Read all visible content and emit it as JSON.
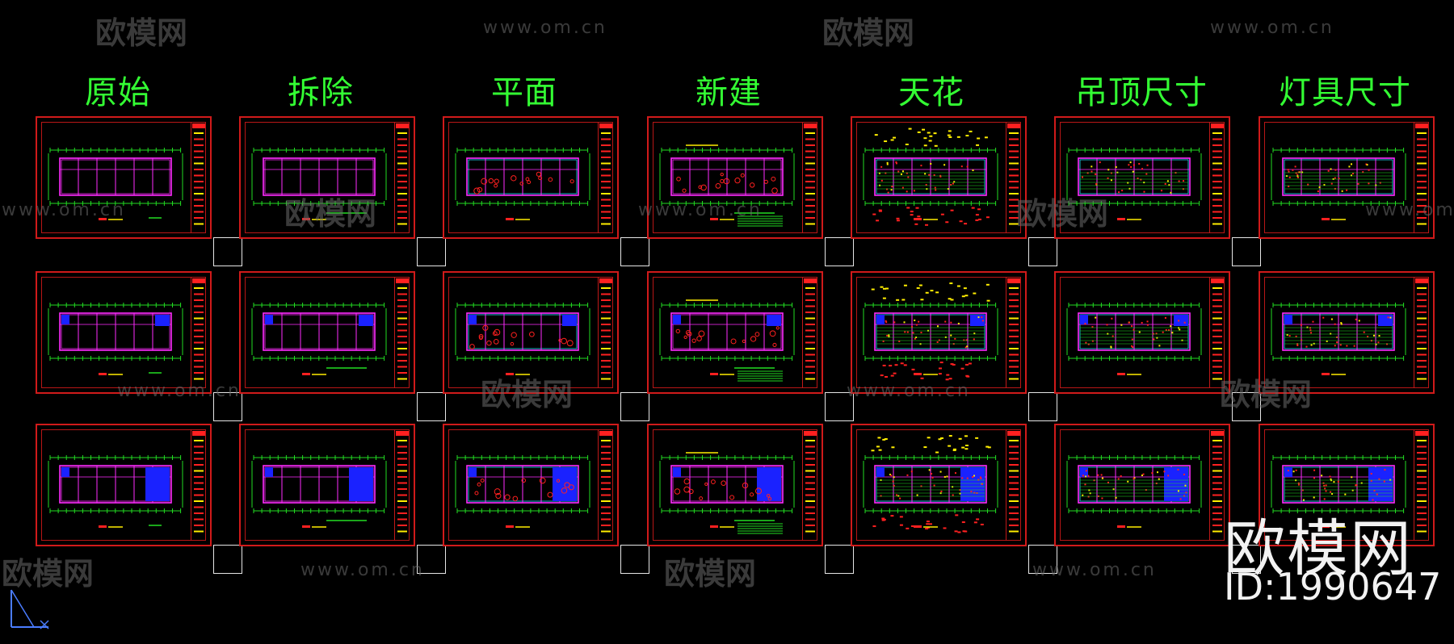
{
  "columns": [
    "原始",
    "拆除",
    "平面",
    "新建",
    "天花",
    "吊顶尺寸",
    "灯具尺寸"
  ],
  "watermark": {
    "logo_text": "欧模网",
    "url_text": "www.om.cn"
  },
  "brand": {
    "name": "欧模网",
    "id_text": "ID:1990647"
  },
  "colors": {
    "background": "#000000",
    "title_green": "#33ff33",
    "frame_red": "#d01a1a",
    "wall_magenta": "#ff2bff",
    "dim_green": "#22dd22",
    "detail_yellow": "#ffee00",
    "fill_blue": "#1a22ff",
    "furniture_red": "#ff2020",
    "cyan": "#22e0ff"
  },
  "icons": {
    "ucs": "ucs-icon",
    "watermark_logo": "sofa-logo-icon"
  }
}
